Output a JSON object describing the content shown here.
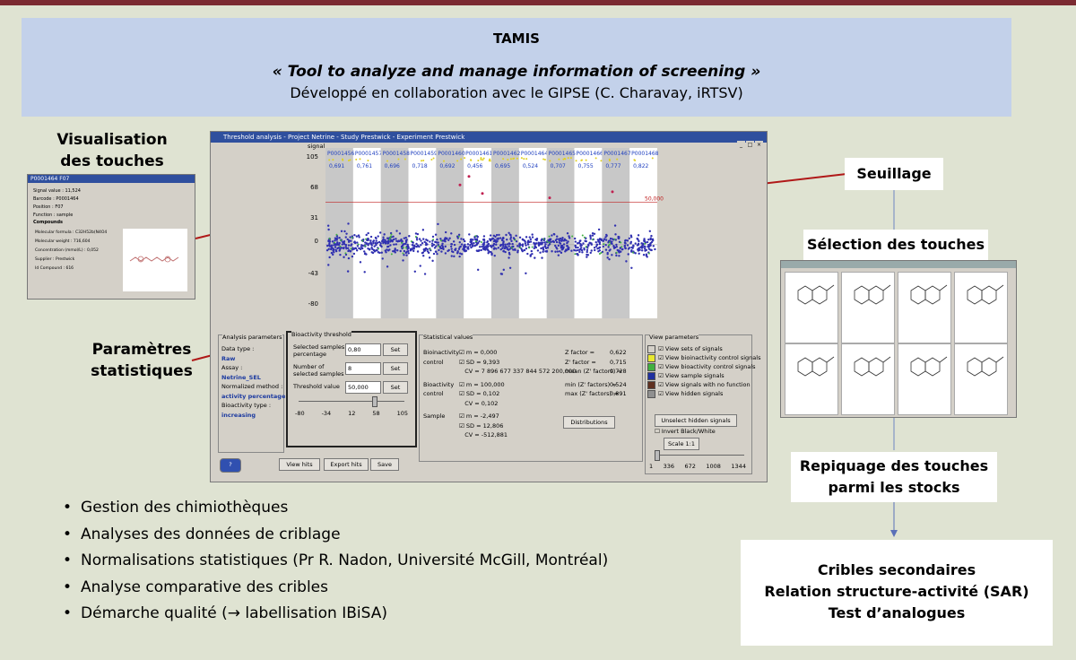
{
  "header": {
    "title": "TAMIS",
    "subtitle": "« Tool to analyze and manage information of screening »",
    "collab": "Développé en collaboration avec le GIPSE (C. Charavay, iRTSV)"
  },
  "labels": {
    "visu": "Visualisation des touches",
    "seuil": "Seuillage",
    "selection": "Sélection des touches",
    "params": "Paramètres statistiques",
    "repiquage": "Repiquage des touches parmi les stocks",
    "cribles": [
      "Cribles secondaires",
      "Relation structure-activité (SAR)",
      "Test d’analogues"
    ]
  },
  "bullets": [
    "Gestion des chimiothèques",
    "Analyses des données de criblage",
    "Normalisations statistiques (Pr R. Nadon, Université McGill, Montréal)",
    "Analyse comparative des cribles",
    "Démarche qualité (→ labellisation IBiSA)"
  ],
  "window": {
    "title": "Threshold analysis - Project Netrine - Study Prestwick - Experiment Prestwick",
    "signal_label": "signal",
    "plates": [
      "P0001456",
      "P0001457",
      "P0001458",
      "P0001459",
      "P0001460",
      "P0001461",
      "P0001462",
      "P0001464",
      "P0001465",
      "P0001466",
      "P0001467",
      "P0001468"
    ],
    "plate_values": [
      "0,691",
      "0,761",
      "0,696",
      "0,718",
      "0,692",
      "0,456",
      "0,695",
      "0,524",
      "0,707",
      "0,755",
      "0,777",
      "0,822"
    ],
    "yticks": [
      "105",
      "68",
      "31",
      "0",
      "-43",
      "-80"
    ],
    "threshold_label": "50,000",
    "analysis": {
      "title": "Analysis parameters",
      "data_type": "Data type :",
      "data_type_v": "Raw",
      "assay": "Assay :",
      "assay_v": "Netrine_SEL",
      "norm": "Normalized method :",
      "norm_v": "activity percentage",
      "bio_type": "Bioactivity type :",
      "bio_type_v": "increasing"
    },
    "threshold": {
      "title": "Bioactivity threshold",
      "sel_pct": "Selected samples percentage",
      "sel_pct_v": "0,80",
      "num_sel": "Number of selected samples",
      "num_sel_v": "8",
      "thr": "Threshold value",
      "thr_v": "50,000",
      "set": "Set",
      "slider": [
        "-80",
        "-34",
        "12",
        "58",
        "105"
      ]
    },
    "stats": {
      "title": "Statistical values",
      "rows": [
        [
          "Bioinactivity",
          "m =",
          "0,000"
        ],
        [
          "control",
          "SD =",
          "9,393"
        ],
        [
          "",
          "CV =",
          "7 896 677 337 844 572 200,000"
        ],
        [
          "Bioactivity",
          "m =",
          "100,000"
        ],
        [
          "control",
          "SD =",
          "0,102"
        ],
        [
          "",
          "CV =",
          "0,102"
        ],
        [
          "Sample",
          "m =",
          "-2,497"
        ],
        [
          "",
          "SD =",
          "12,806"
        ],
        [
          "",
          "CV =",
          "-512,881"
        ]
      ],
      "factors": [
        [
          "Z factor =",
          "0,622"
        ],
        [
          "Z' factor =",
          "0,715"
        ],
        [
          "mean (Z' factors) =",
          "0,728"
        ],
        [
          "min (Z' factors) =",
          "0,524"
        ],
        [
          "max (Z' factors) =",
          "0,891"
        ]
      ],
      "distributions": "Distributions"
    },
    "view": {
      "title": "View parameters",
      "items": [
        "View sets of signals",
        "View bioinactivity control signals",
        "View bioactivity control signals",
        "View sample signals",
        "View signals with no function",
        "View hidden signals"
      ],
      "colors": [
        "#e8e830",
        "#40b040",
        "#2030a0",
        "#603020",
        "#909090"
      ],
      "unselect": "Unselect hidden signals",
      "invert": "Invert Black/White",
      "scale": "Scale 1:1",
      "slider": [
        "1",
        "336",
        "672",
        "1008",
        "1344"
      ]
    },
    "buttons": {
      "view_hits": "View hits",
      "export_hits": "Export hits",
      "save": "Save",
      "help": "?"
    }
  },
  "hitwin": {
    "title": "P0001464 F07",
    "rows": [
      [
        "Signal value :",
        "11,524"
      ],
      [
        "Barcode :",
        "P0001464"
      ],
      [
        "Position :",
        "F07"
      ],
      [
        "Function :",
        "sample"
      ]
    ],
    "compounds": "Compounds",
    "crows": [
      [
        "Molecular formula :",
        "C32H52b(N4O4"
      ],
      [
        "Molecular weight :",
        "716,604"
      ],
      [
        "Concentration (mmol/L) :",
        "0,052"
      ],
      [
        "Supplier :",
        "Prestwick"
      ],
      [
        "Id Compound :",
        "616"
      ]
    ]
  }
}
